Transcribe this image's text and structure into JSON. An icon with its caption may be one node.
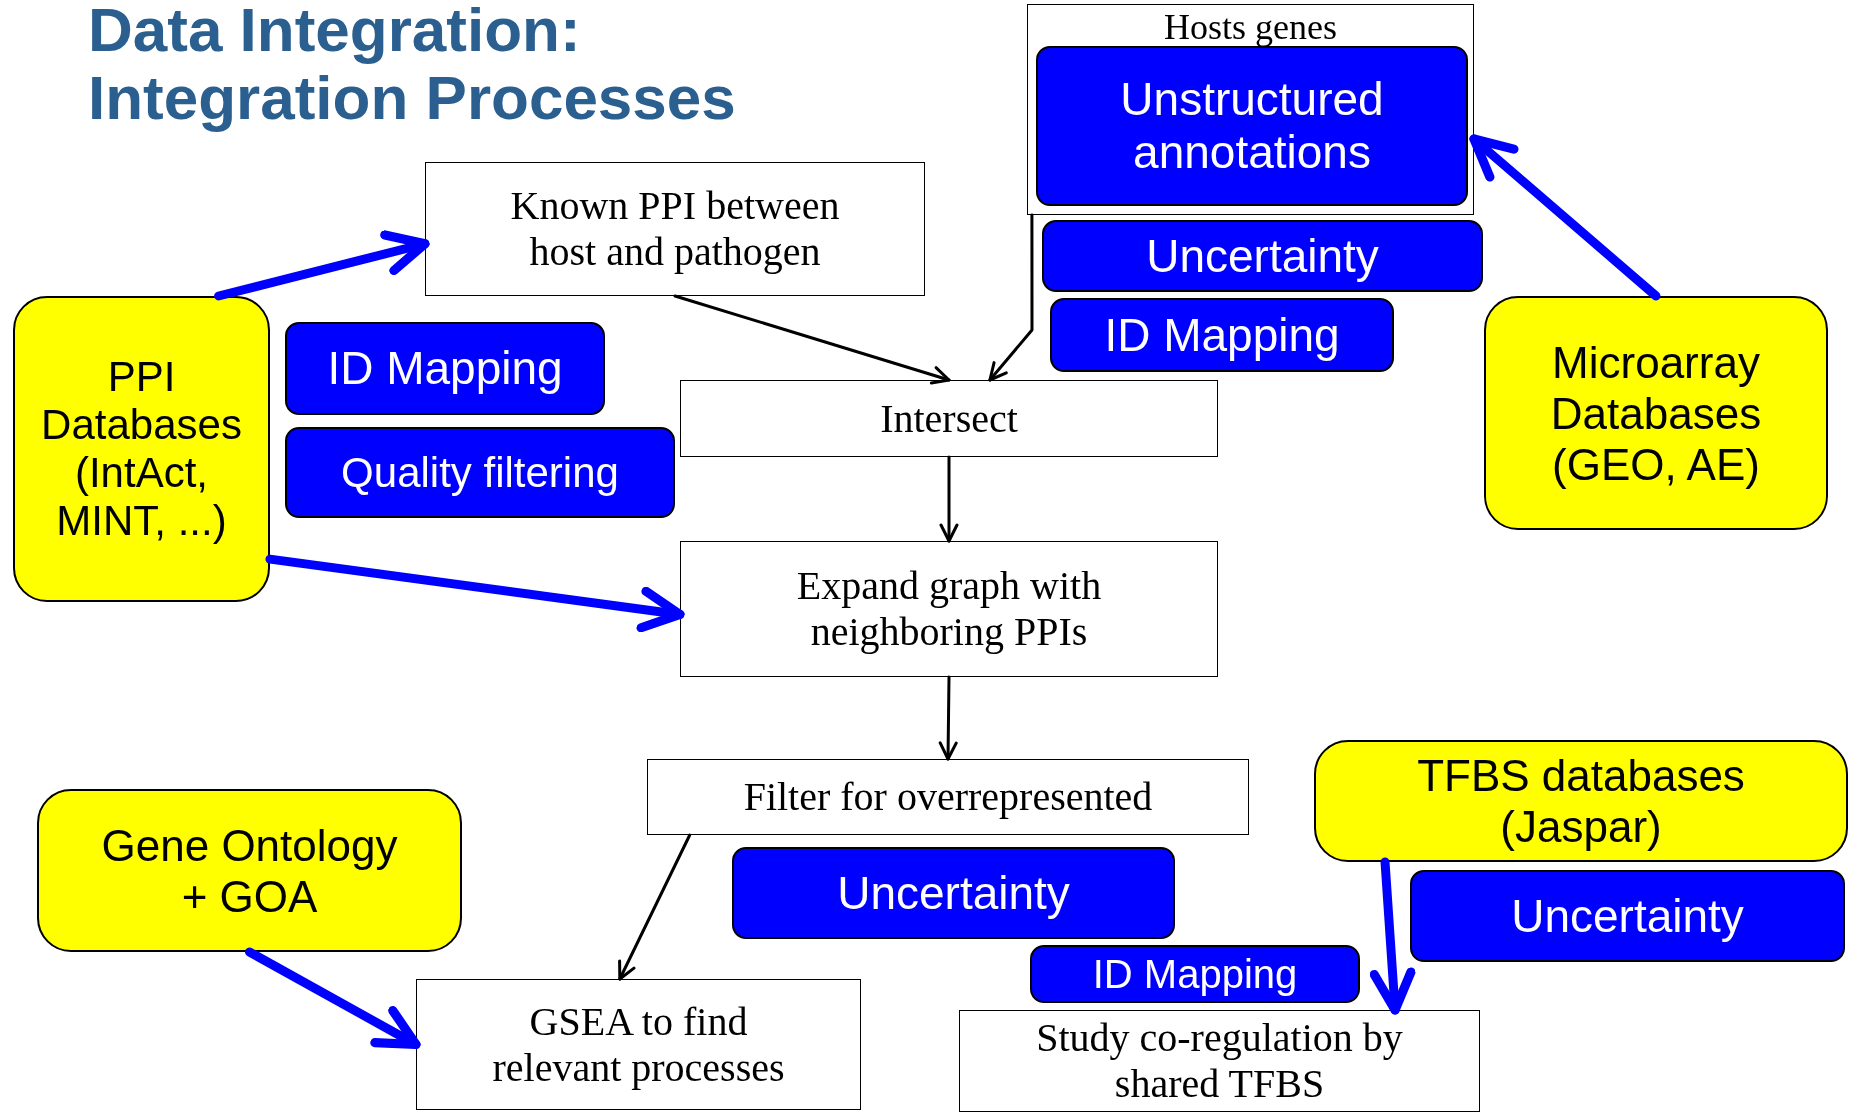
{
  "diagram": {
    "title": "Data Integration: Integration Processes",
    "nodes": [
      {
        "text": [
          "Known PPI between host and pathogen"
        ]
      },
      {
        "text": [
          "Hosts genes"
        ]
      },
      {
        "text": [
          "Unstructured annotations"
        ],
        "in": 1
      },
      {
        "text": [
          "Uncertainty"
        ]
      },
      {
        "text": [
          "ID Mapping"
        ]
      },
      {
        "text": [
          "Intersect"
        ]
      },
      {
        "text": [
          "PPI Databases (IntAct, MINT, ...)"
        ]
      },
      {
        "text": [
          "ID Mapping"
        ]
      },
      {
        "text": [
          "Quality filtering"
        ]
      },
      {
        "text": [
          "Microarray Databases (GEO, AE)"
        ]
      },
      {
        "text": [
          "Expand graph with neighboring PPIs"
        ]
      },
      {
        "text": [
          "Filter for overrepresented"
        ]
      },
      {
        "text": [
          "Gene Ontology + GOA"
        ]
      },
      {
        "text": [
          "TFBS databases (Jaspar)"
        ]
      },
      {
        "text": [
          "Uncertainty"
        ]
      },
      {
        "text": [
          "Uncertainty"
        ]
      },
      {
        "text": [
          "ID Mapping"
        ]
      },
      {
        "text": [
          "GSEA to find relevant processes"
        ]
      },
      {
        "text": [
          "Study co-regulation by shared TFBS"
        ]
      }
    ],
    "edges": [
      {
        "from": 6,
        "to": 0,
        "arrow": "to",
        "style": "thick",
        "color": "#0000ff"
      },
      {
        "from": 6,
        "to": 10,
        "arrow": "to",
        "style": "thick",
        "color": "#0000ff"
      },
      {
        "from": 0,
        "to": 5,
        "arrow": "to",
        "color": "#000000"
      },
      {
        "from": 1,
        "to": 5,
        "arrow": "to",
        "color": "#000000"
      },
      {
        "from": 5,
        "to": 10,
        "arrow": "to",
        "color": "#000000"
      },
      {
        "from": 10,
        "to": 11,
        "arrow": "to",
        "color": "#000000"
      },
      {
        "from": 9,
        "to": 1,
        "arrow": "to",
        "style": "thick",
        "color": "#0000ff"
      },
      {
        "from": 11,
        "to": 17,
        "arrow": "to",
        "color": "#000000"
      },
      {
        "from": 12,
        "to": 17,
        "arrow": "to",
        "style": "thick",
        "color": "#0000ff"
      },
      {
        "from": 13,
        "to": 18,
        "arrow": "to",
        "style": "thick",
        "color": "#0000ff"
      }
    ]
  }
}
